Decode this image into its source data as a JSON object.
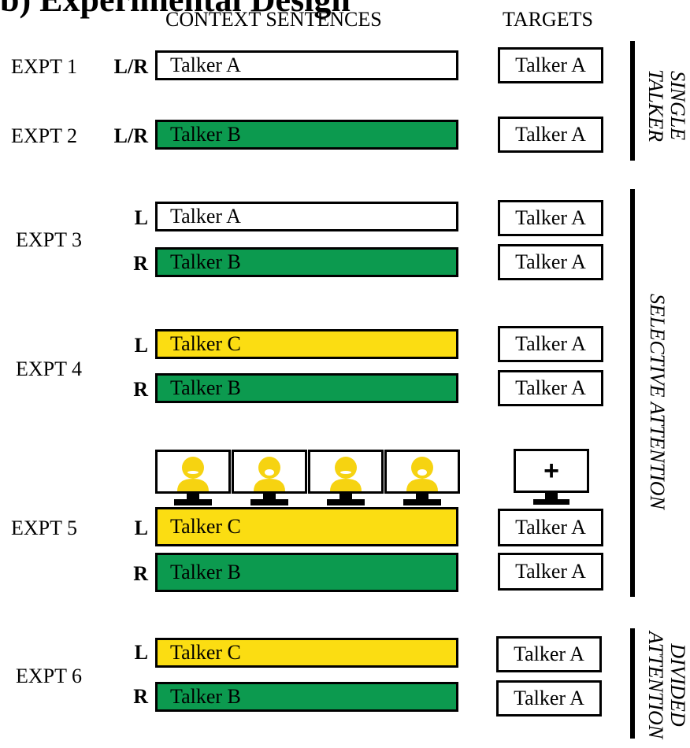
{
  "title_partial": "b) Experimental Design",
  "header": {
    "context": "CONTEXT SENTENCES",
    "targets": "TARGETS"
  },
  "colors": {
    "white": "#ffffff",
    "green": "#0c9a4f",
    "yellow": "#fbdd12",
    "face": "#f6d311"
  },
  "experiments": [
    {
      "label": "EXPT 1",
      "rows": [
        {
          "side": "L/R",
          "context": "Talker A",
          "color": "white",
          "target": "Talker A"
        }
      ]
    },
    {
      "label": "EXPT 2",
      "rows": [
        {
          "side": "L/R",
          "context": "Talker B",
          "color": "green",
          "target": "Talker A"
        }
      ]
    },
    {
      "label": "EXPT 3",
      "rows": [
        {
          "side": "L",
          "context": "Talker A",
          "color": "white",
          "target": "Talker A"
        },
        {
          "side": "R",
          "context": "Talker B",
          "color": "green",
          "target": "Talker A"
        }
      ]
    },
    {
      "label": "EXPT 4",
      "rows": [
        {
          "side": "L",
          "context": "Talker C",
          "color": "yellow",
          "target": "Talker A"
        },
        {
          "side": "R",
          "context": "Talker B",
          "color": "green",
          "target": "Talker A"
        }
      ]
    },
    {
      "label": "EXPT 5",
      "rows": [
        {
          "side": "L",
          "context": "Talker C",
          "color": "yellow",
          "target": "Talker A"
        },
        {
          "side": "R",
          "context": "Talker B",
          "color": "green",
          "target": "Talker A"
        }
      ]
    },
    {
      "label": "EXPT 6",
      "rows": [
        {
          "side": "L",
          "context": "Talker C",
          "color": "yellow",
          "target": "Talker A"
        },
        {
          "side": "R",
          "context": "Talker B",
          "color": "green",
          "target": "Talker A"
        }
      ]
    }
  ],
  "groups": {
    "single": [
      "SINGLE",
      "TALKER"
    ],
    "selective": "SELECTIVE ATTENTION",
    "divided": [
      "DIVIDED",
      "ATTENTION"
    ]
  },
  "fixation_symbol": "+",
  "face_icons": [
    "talker-face-icon",
    "talker-face-icon",
    "talker-face-icon",
    "talker-face-icon"
  ]
}
